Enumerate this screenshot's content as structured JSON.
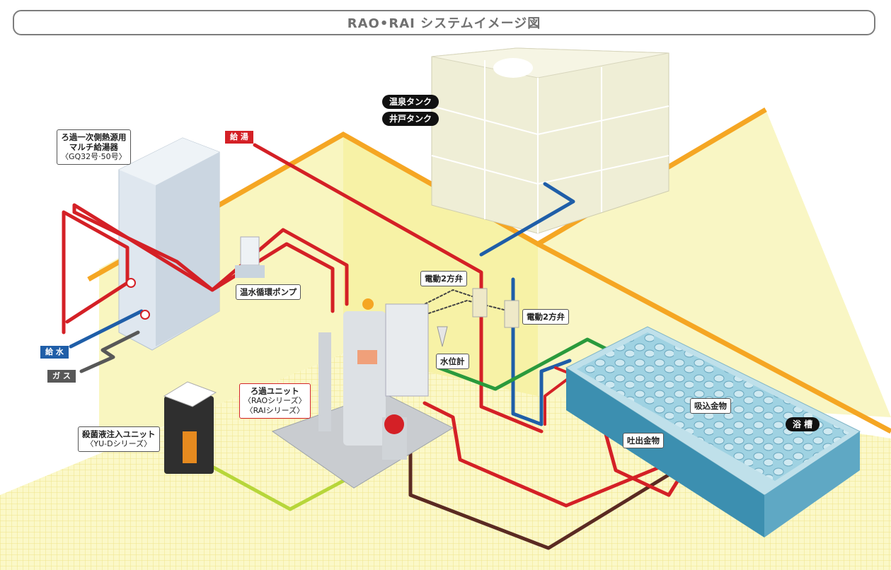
{
  "title": "RAO•RAI システムイメージ図",
  "colors": {
    "hot_pipe": "#d42026",
    "water_pipe": "#1f5ea8",
    "gas_pipe": "#585858",
    "return_pipe": "#5a2a22",
    "green_pipe": "#2a9a3c",
    "chem_pipe": "#b7d63a",
    "floor_beam": "#f5a623",
    "wall": "#f7f3b0",
    "pool_water": "#6fb9cf"
  },
  "labels": {
    "heater_line1": "ろ過一次側熱源用",
    "heater_line2": "マルチ給湯器",
    "heater_line3": "〈GQ32号·50号〉",
    "hot_supply": "給 湯",
    "water_supply": "給 水",
    "gas": "ガ ス",
    "hot_spring_tank": "温泉タンク",
    "well_tank": "井戸タンク",
    "pump": "温水循環ポンプ",
    "valve1": "電動2方弁",
    "valve2": "電動2方弁",
    "level_meter": "水位計",
    "filter_line1": "ろ過ユニット",
    "filter_line2": "〈RAOシリーズ〉",
    "filter_line3": "〈RAIシリーズ〉",
    "sterilizer_line1": "殺菌液注入ユニット",
    "sterilizer_line2": "〈YU-Dシリーズ〉",
    "suction": "吸込金物",
    "outlet": "吐出金物",
    "bath": "浴 槽"
  }
}
